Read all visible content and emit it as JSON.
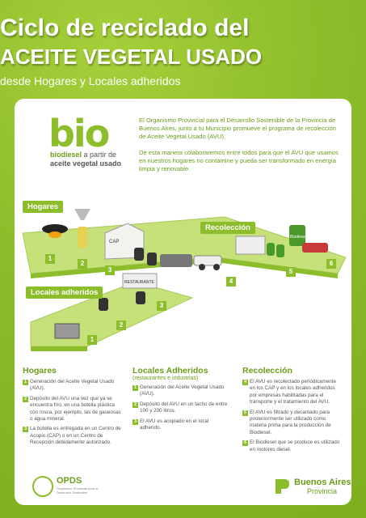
{
  "header": {
    "title_line1": "Ciclo de reciclado del",
    "title_line2": "ACEITE VEGETAL USADO",
    "subtitle": "desde Hogares y Locales adheridos"
  },
  "logo": {
    "bio": "bio",
    "line1_bold": "biodiesel",
    "line1_rest": " a partir de",
    "line2": "aceite vegetal usado"
  },
  "intro": {
    "paragraph1": "El Organismo Provincial para el Desarrollo Sostenible de la Provincia de Buenos Aires, junto a tu Municipio promueve el programa de recolección de Aceite Vegetal Usado (AVU).",
    "paragraph2": "De esta manera colaboraremos entre todos para que el AVU que usamos en nuestros hogares no contamine y pueda ser transformado en energía limpia y renovable."
  },
  "diagram": {
    "labels": {
      "hogares": "Hogares",
      "recoleccion": "Recolección",
      "locales": "Locales adheridos"
    },
    "cap_sign": "CAP",
    "restaurant_sign": "RESTAURANTE",
    "biodiesel_sign": "Biodiesel",
    "top_steps": [
      "1",
      "2",
      "3",
      "4",
      "5",
      "6"
    ],
    "bottom_steps": [
      "1",
      "2",
      "3"
    ]
  },
  "columns": {
    "hogares": {
      "title": "Hogares",
      "items": [
        {
          "n": "1",
          "text": "Generación del Aceite Vegetal Usado (AVU)."
        },
        {
          "n": "2",
          "text": "Depósito del AVU una vez que ya se encuentra frío, en una botella plástica con rosca, por ejemplo, las de gaseosas o agua mineral."
        },
        {
          "n": "3",
          "text": "La botella es entregada en un Centro de Acopio (CAP) o en un Centro de Recepción debidamente autorizado."
        }
      ]
    },
    "locales": {
      "title": "Locales Adheridos",
      "subtitle": "(restaurantes e industrias)",
      "items": [
        {
          "n": "1",
          "text": "Generación del Aceite Vegetal Usado (AVU)."
        },
        {
          "n": "2",
          "text": "Depósito del AVU en un tacho de entre 100 y 200 litros."
        },
        {
          "n": "3",
          "text": "El AVU es acopiado en el local adherido."
        }
      ]
    },
    "recoleccion": {
      "title": "Recolección",
      "items": [
        {
          "n": "4",
          "text": "El AVU es recolectado periódicamente en los CAP y en los locales adheridos por empresas habilitadas para el transporte y el tratamiento del AVU."
        },
        {
          "n": "5",
          "text": "El AVU es filtrado y decantado para posteriormente ser utilizado como materia prima para la producción de Biodiesel."
        },
        {
          "n": "6",
          "text": "El Biodiesel que se produce es utilizado en motores diesel."
        }
      ]
    }
  },
  "footer": {
    "opds": "OPDS",
    "opds_small": "Organismo Provincial para el Desarrollo Sostenible",
    "ba_line1": "Buenos Aires",
    "ba_line2": "Provincia"
  },
  "colors": {
    "green": "#8cbd2a",
    "dark_green": "#6b9d18",
    "platform": "#c6e07a"
  }
}
